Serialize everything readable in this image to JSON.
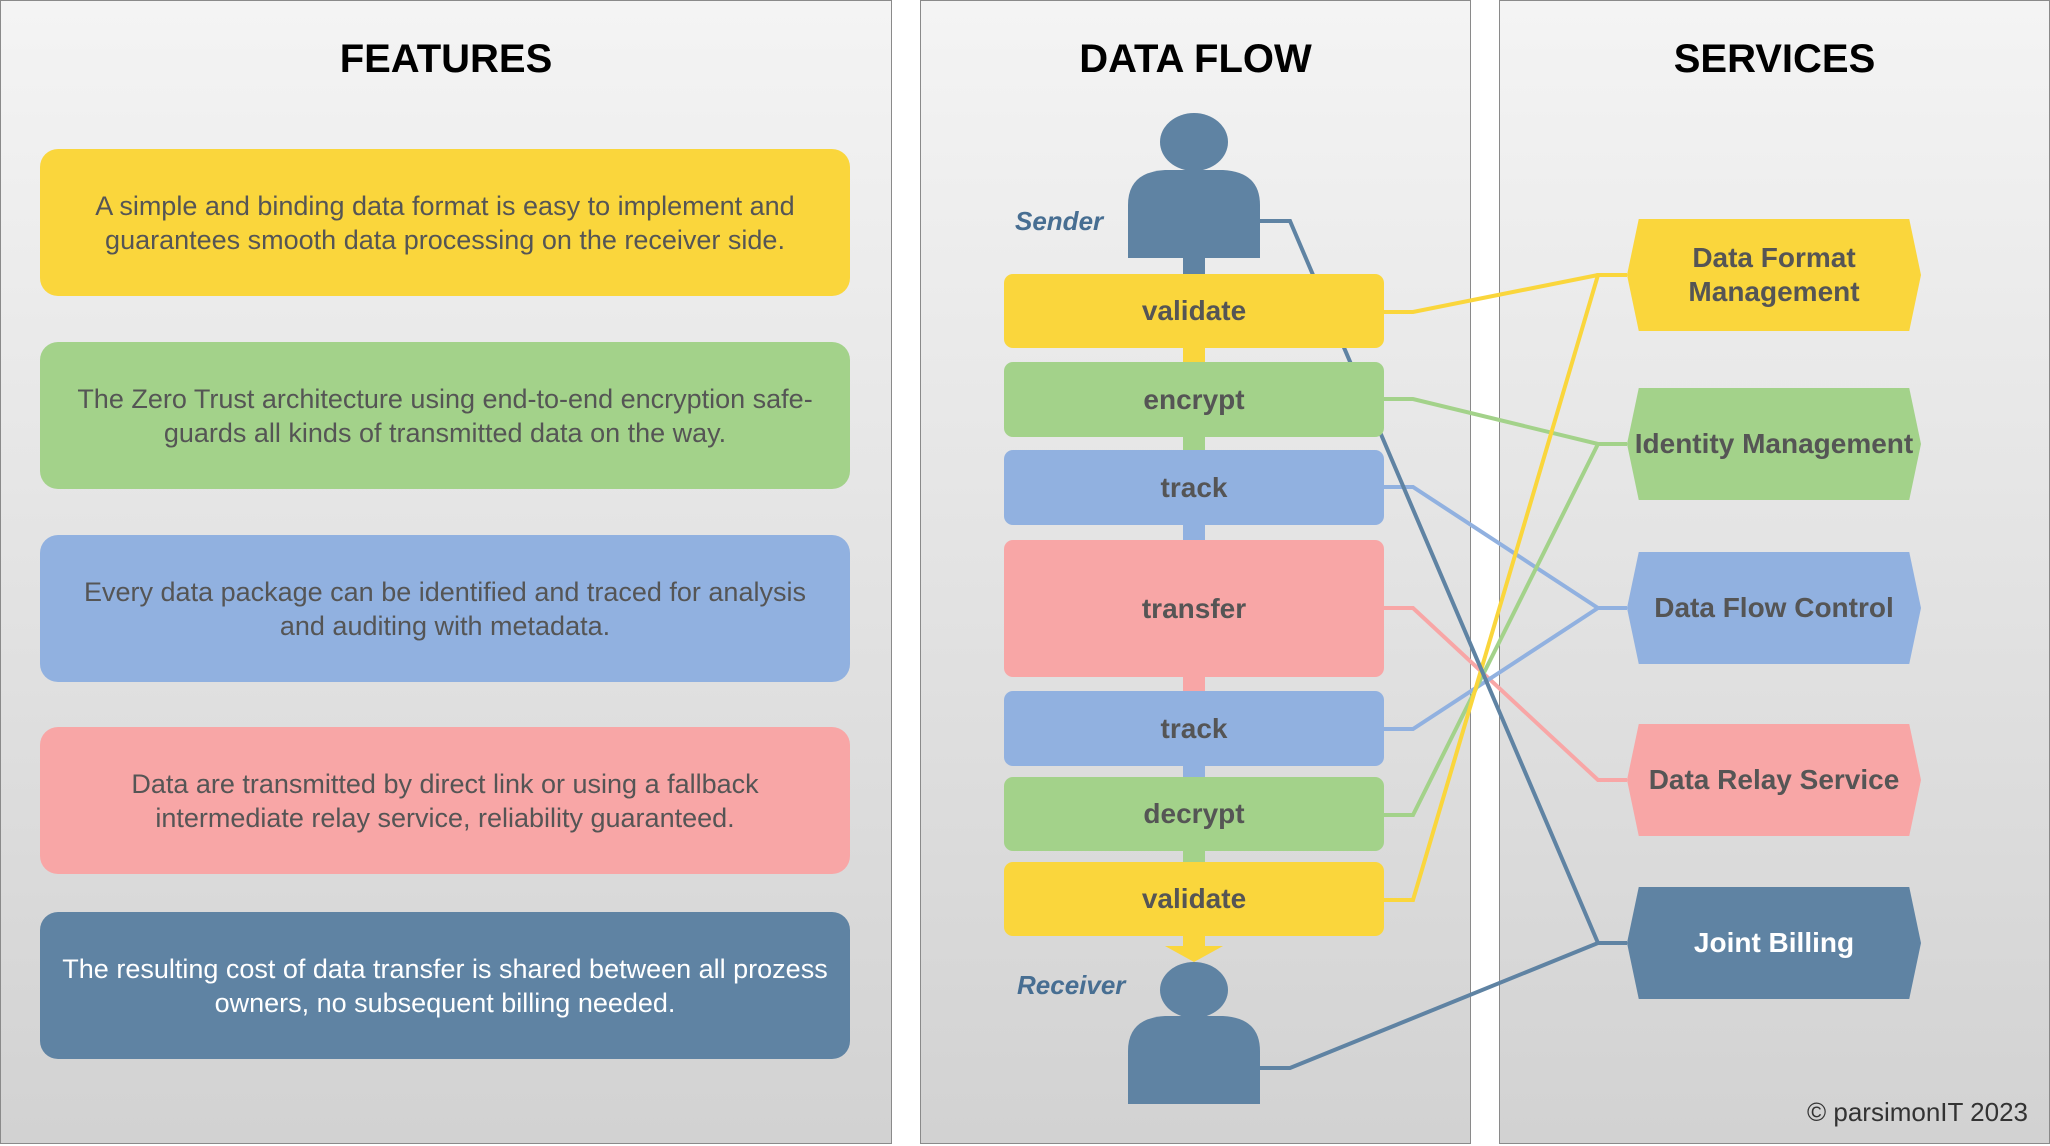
{
  "colors": {
    "yellow": "#fad63c",
    "green": "#a3d28a",
    "blue": "#91b1e0",
    "red": "#f8a6a6",
    "navy": "#5f83a3"
  },
  "features": {
    "title": "FEATURES",
    "items": [
      {
        "text": "A simple and binding data format is easy to implement and guarantees smooth data processing on the receiver side.",
        "color": "#fad63c"
      },
      {
        "text": "The Zero Trust architecture using end-to-end encryption safe-guards all kinds of transmitted data on the way.",
        "color": "#a3d28a"
      },
      {
        "text": "Every data package can be identified and traced for analysis and auditing with metadata.",
        "color": "#91b1e0"
      },
      {
        "text": "Data are transmitted by direct link or using a fallback intermediate relay service, reliability guaranteed.",
        "color": "#f8a6a6"
      },
      {
        "text": "The resulting cost of data transfer is shared between all prozess owners, no subsequent billing needed.",
        "color": "#5f83a3",
        "text_color": "#ffffff"
      }
    ]
  },
  "data_flow": {
    "title": "DATA FLOW",
    "sender_label": "Sender",
    "receiver_label": "Receiver",
    "person_icon": "person-icon",
    "steps": [
      {
        "label": "validate",
        "color": "#fad63c"
      },
      {
        "label": "encrypt",
        "color": "#a3d28a"
      },
      {
        "label": "track",
        "color": "#91b1e0"
      },
      {
        "label": "transfer",
        "color": "#f8a6a6"
      },
      {
        "label": "track",
        "color": "#91b1e0"
      },
      {
        "label": "decrypt",
        "color": "#a3d28a"
      },
      {
        "label": "validate",
        "color": "#fad63c"
      }
    ]
  },
  "services": {
    "title": "SERVICES",
    "items": [
      {
        "label": "Data Format Management",
        "color": "#fad63c"
      },
      {
        "label": "Identity Management",
        "color": "#a3d28a"
      },
      {
        "label": "Data Flow Control",
        "color": "#91b1e0"
      },
      {
        "label": "Data Relay Service",
        "color": "#f8a6a6"
      },
      {
        "label": "Joint Billing",
        "color": "#5f83a3",
        "text_color": "#ffffff"
      }
    ]
  },
  "footer": {
    "copyright": "© parsimonIT 2023"
  }
}
